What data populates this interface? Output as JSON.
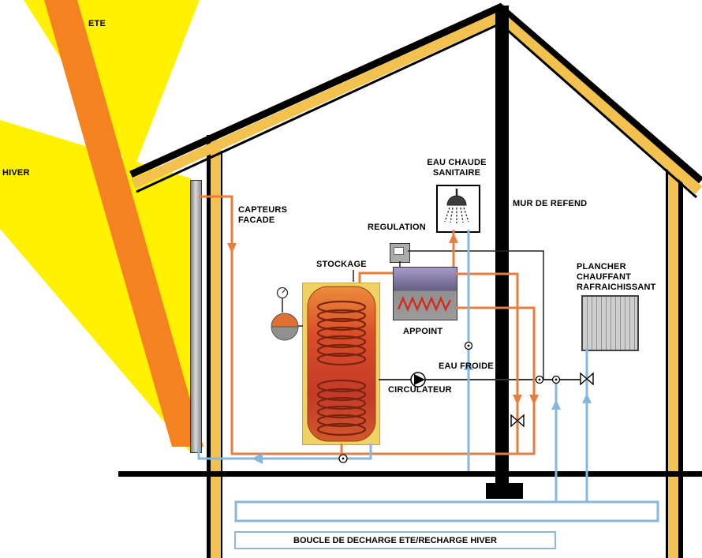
{
  "labels": {
    "ete": "ETE",
    "hiver": "HIVER",
    "capteurs_line1": "CAPTEURS",
    "capteurs_line2": "FACADE",
    "stockage": "STOCKAGE",
    "regulation": "REGULATION",
    "ecs_line1": "EAU CHAUDE",
    "ecs_line2": "SANITAIRE",
    "mur_refend": "MUR DE REFEND",
    "appoint": "APPOINT",
    "eau_froide": "EAU FROIDE",
    "circulateur": "CIRCULATEUR",
    "plancher_line1": "PLANCHER",
    "plancher_line2": "CHAUFFANT",
    "plancher_line3": "RAFRAICHISSANT",
    "boucle": "BOUCLE DE DECHARGE ETE/RECHARGE HIVER"
  },
  "colors": {
    "ray_yellow": "#FFF100",
    "beam_orange": "#F58220",
    "insulation_yellow": "#F2C14E",
    "tank_box_yellow": "#F0D264",
    "tank_body_red": "#C9402A",
    "pipe_hot_orange": "#E87D3E",
    "pipe_cold_blue": "#85B8DC",
    "structure_black": "#000000"
  }
}
